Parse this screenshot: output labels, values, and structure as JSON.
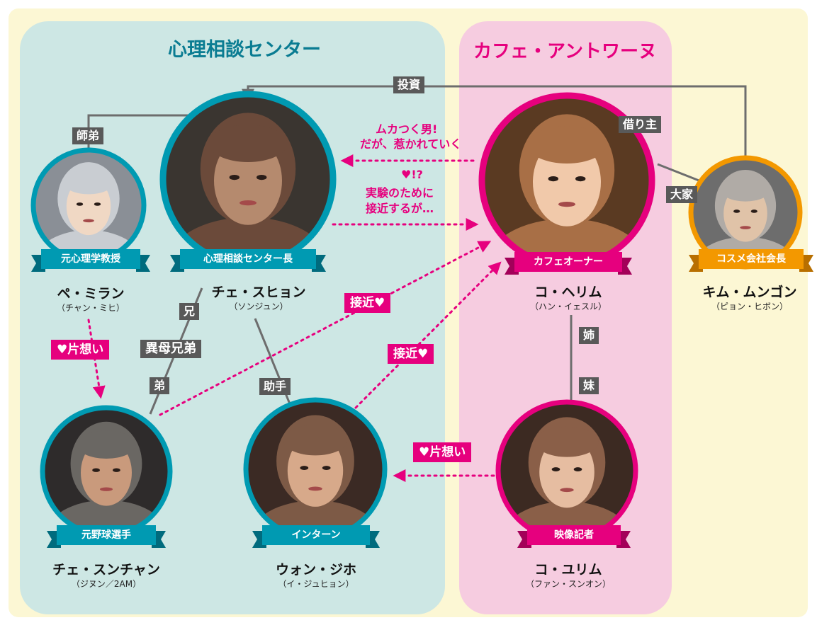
{
  "regions": {
    "center_title": "心理相談センター",
    "cafe_title": "カフェ・アントワーヌ"
  },
  "people": [
    {
      "id": "seheon",
      "name": "チェ・スヒョン",
      "actor": "（ソンジュン）",
      "role": "心理相談センター長",
      "ring": "#009ab2",
      "photo": [
        "#3a3530",
        "#6b4a3a",
        "#b58a6e"
      ]
    },
    {
      "id": "milan",
      "name": "ペ・ミラン",
      "actor": "（チャン・ミヒ）",
      "role": "元心理学教授",
      "ring": "#009ab2",
      "photo": [
        "#8a8f96",
        "#c9cdd2",
        "#f0d8c4"
      ]
    },
    {
      "id": "sungchan",
      "name": "チェ・スンチャン",
      "actor": "（ジヌン／2AM）",
      "role": "元野球選手",
      "ring": "#009ab2",
      "photo": [
        "#2e2b2b",
        "#6a6763",
        "#c99a7c"
      ]
    },
    {
      "id": "jiho",
      "name": "ウォン・ジホ",
      "actor": "（イ・ジュヒョン）",
      "role": "インターン",
      "ring": "#009ab2",
      "photo": [
        "#3b2a24",
        "#7d5a46",
        "#d7a98a"
      ]
    },
    {
      "id": "herim",
      "name": "コ・ヘリム",
      "actor": "（ハン・イェスル）",
      "role": "カフェオーナー",
      "ring": "#e6007e",
      "photo": [
        "#5a3a22",
        "#a86f46",
        "#f1c9aa"
      ]
    },
    {
      "id": "yurim",
      "name": "コ・ユリム",
      "actor": "（ファン・スンオン）",
      "role": "映像記者",
      "ring": "#e6007e",
      "photo": [
        "#3c2a22",
        "#8a5f48",
        "#e6bda1"
      ]
    },
    {
      "id": "munggon",
      "name": "キム・ムンゴン",
      "actor": "（ピョン・ヒボン）",
      "role": "コスメ会社会長",
      "ring": "#f39800",
      "photo": [
        "#6d6d6d",
        "#b0aba6",
        "#e0c3a8"
      ]
    }
  ],
  "relations": {
    "investment": "投資",
    "master_disciple": "師弟",
    "borrower": "借り主",
    "landlord": "大家",
    "older_brother": "兄",
    "half_brothers": "異母兄弟",
    "younger_brother": "弟",
    "assistant": "助手",
    "older_sister": "姉",
    "younger_sister": "妹"
  },
  "notes": {
    "annoying_line1": "ムカつく男!",
    "annoying_line2": "だが、惹かれていく",
    "heart": "♥!?",
    "experiment_line1": "実験のために",
    "experiment_line2": "接近するが…",
    "approach1": "接近♥",
    "approach2": "接近♥",
    "unrequited1": "♥片想い",
    "unrequited2": "♥片想い"
  },
  "colors": {
    "background": "#fcf7d4",
    "center_region": "#cde7e4",
    "cafe_region": "#f6cce0",
    "teal": "#009ab2",
    "pink": "#e6007e",
    "orange": "#f39800",
    "line_gray": "#6d6d6d"
  }
}
